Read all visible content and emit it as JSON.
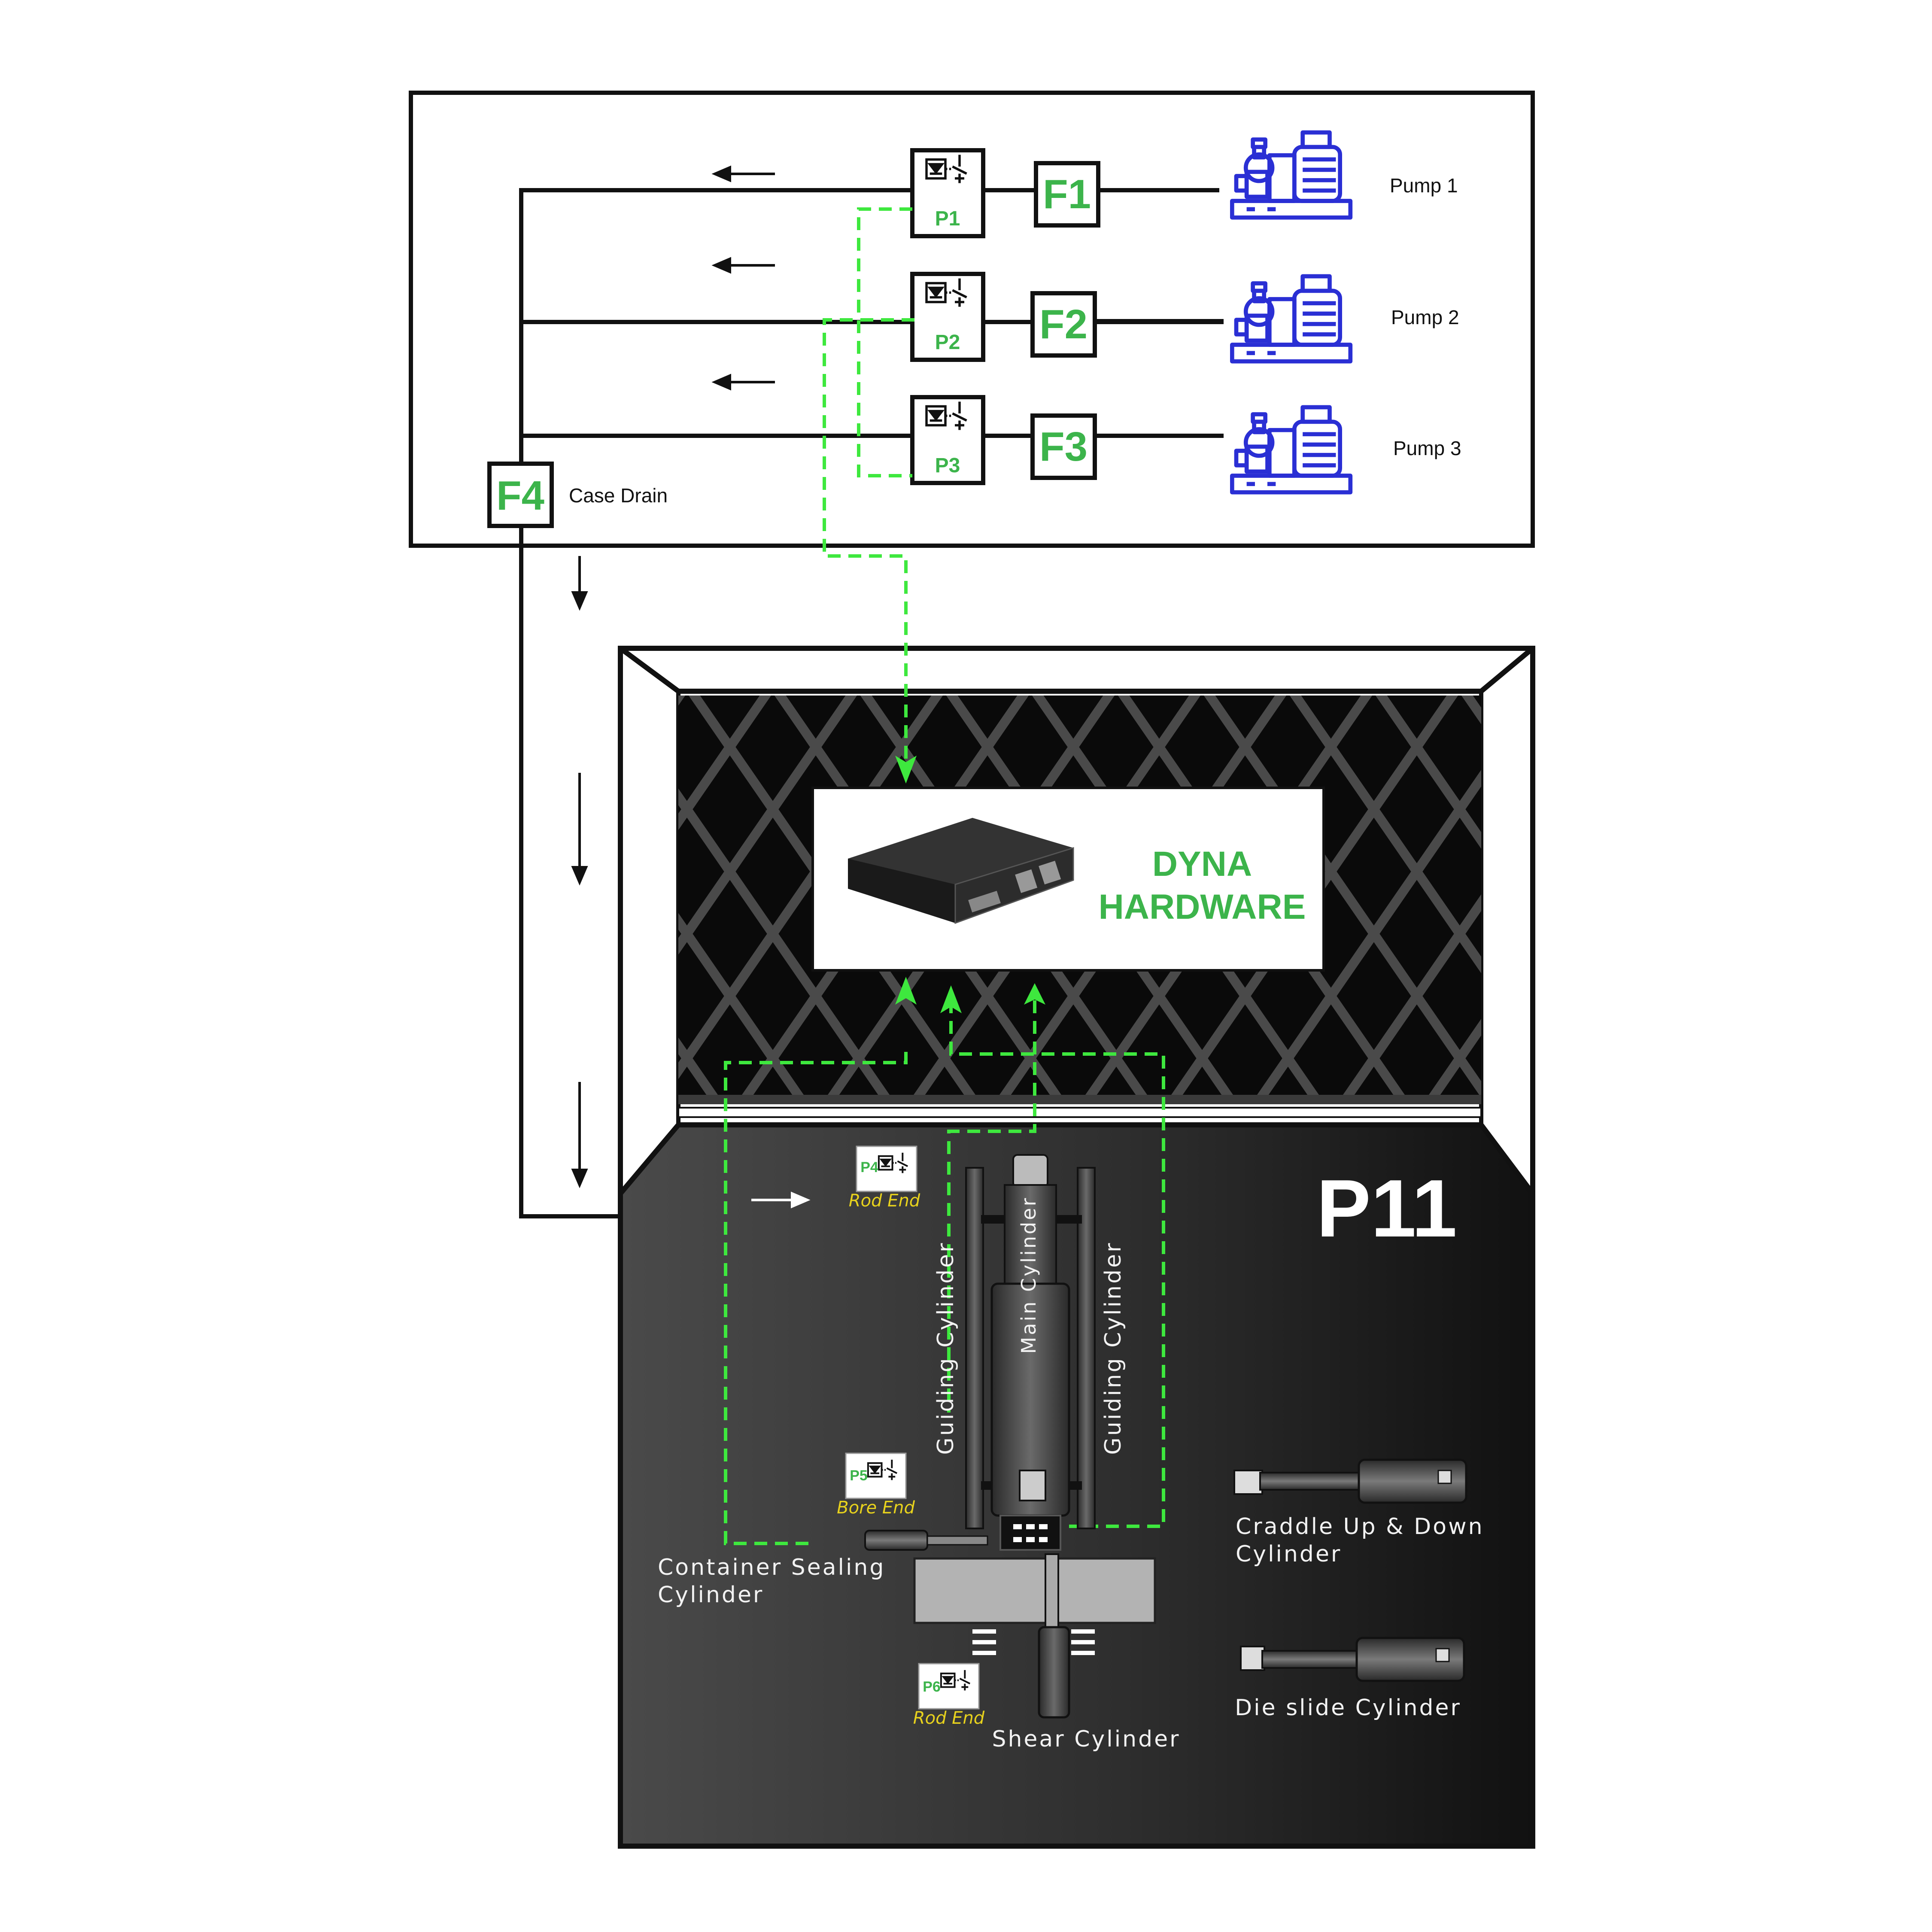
{
  "pumps": [
    {
      "label": "Pump 1",
      "filter": "F1",
      "sensor": "P1"
    },
    {
      "label": "Pump 2",
      "filter": "F2",
      "sensor": "P2"
    },
    {
      "label": "Pump 3",
      "filter": "F3",
      "sensor": "P3"
    }
  ],
  "case_drain": {
    "filter": "F4",
    "label": "Case Drain"
  },
  "hardware": {
    "line1": "DYNA",
    "line2": "HARDWARE"
  },
  "press": {
    "title": "P11"
  },
  "sensors": {
    "p4": {
      "id": "P4",
      "label": "Rod End"
    },
    "p5": {
      "id": "P5",
      "label": "Bore End"
    },
    "p6": {
      "id": "P6",
      "label": "Rod End"
    }
  },
  "cylinders": {
    "guiding_left": "Guiding Cylinder",
    "main": "Main Cylinder",
    "guiding_right": "Guiding Cylinder",
    "container_sealing_1": "Container Sealing",
    "container_sealing_2": "Cylinder",
    "craddle_1": "Craddle Up & Down",
    "craddle_2": "Cylinder",
    "die_slide": "Die slide Cylinder",
    "shear": "Shear Cylinder"
  },
  "colors": {
    "signal": "#3ee83e",
    "label_green": "#3cb44b",
    "pump_blue": "#2a2fd4",
    "sensor_label": "#e8d21d",
    "press_dark": "#2a2a2a"
  },
  "icons": [
    "pump-icon",
    "pressure-sensor-icon",
    "filter-icon",
    "flow-arrow-icon",
    "controller-icon"
  ]
}
